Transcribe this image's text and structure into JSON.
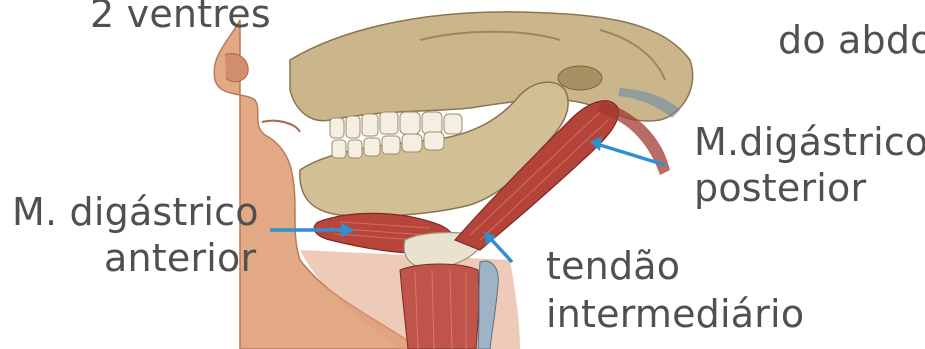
{
  "labels": {
    "top_left": "2 ventres",
    "top_right": "do abdo",
    "right_upper_line1": "M.digástrico",
    "right_upper_line2": "posterior",
    "left_line1": "M. digástrico",
    "left_line2": "anterior",
    "bottom_line1": "tendão",
    "bottom_line2": "intermediário"
  },
  "colors": {
    "text": "#505050",
    "arrow": "#2f8fcf",
    "bone": "#c9b58a",
    "muscle": "#b8453a",
    "skin": "#e0a07e"
  }
}
